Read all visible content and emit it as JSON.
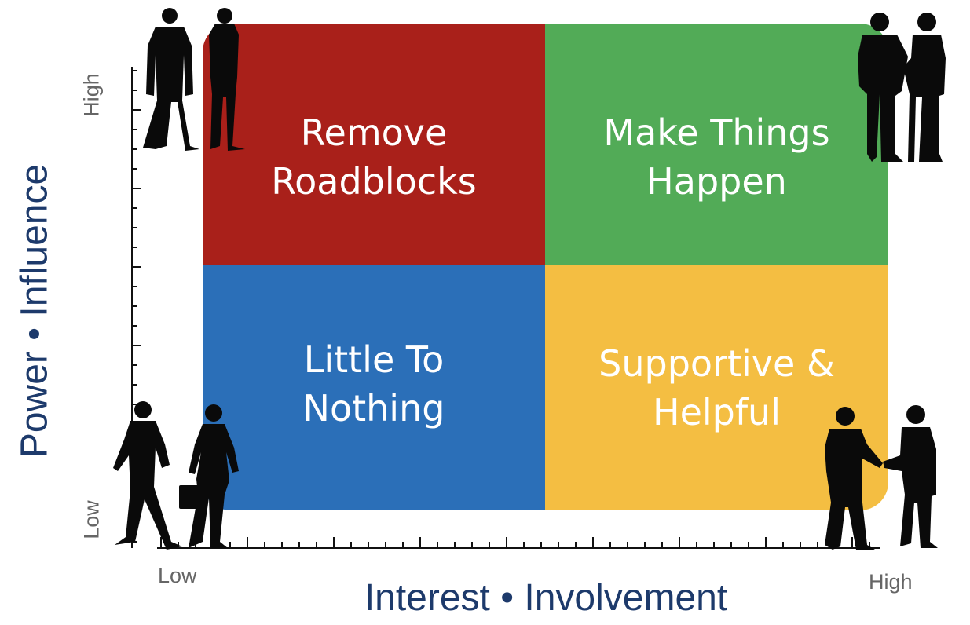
{
  "quadrants": {
    "top_left": {
      "label": "Remove\nRoadblocks",
      "color": "#a9201a"
    },
    "top_right": {
      "label": "Make Things\nHappen",
      "color": "#52ab57"
    },
    "bottom_left": {
      "label": "Little To\nNothing",
      "color": "#2b6fb8"
    },
    "bottom_right": {
      "label": "Supportive &\nHelpful",
      "color": "#f4be42"
    }
  },
  "x_axis": {
    "title": "Interest • Involvement",
    "low": "Low",
    "high": "High"
  },
  "y_axis": {
    "title": "Power • Influence",
    "low": "Low",
    "high": "High"
  },
  "title_color": "#1d3a6b",
  "silhouettes": [
    "two-standing-people-icon",
    "two-talking-men-icon",
    "two-walking-people-icon",
    "handshake-people-icon"
  ]
}
